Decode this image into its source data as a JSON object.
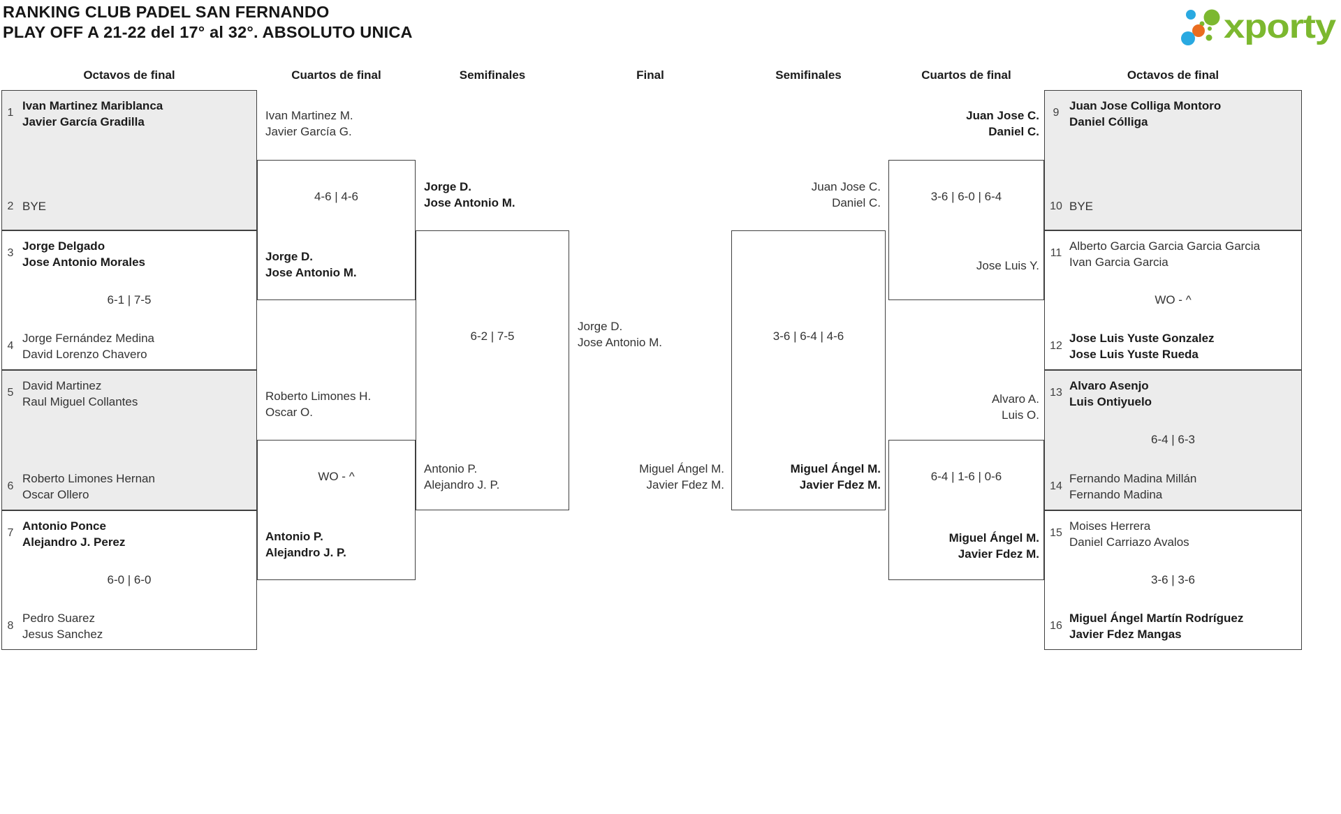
{
  "title": {
    "line1": "RANKING CLUB PADEL SAN FERNANDO",
    "line2": "PLAY OFF A 21-22 del 17° al 32°. ABSOLUTO UNICA"
  },
  "logo": {
    "text": "xporty",
    "green": "#7cb82f",
    "blue": "#29a9e1",
    "orange": "#ea6d1f"
  },
  "headers": {
    "ol": "Octavos de final",
    "cl": "Cuartos de final",
    "sl": "Semifinales",
    "f": "Final",
    "sr": "Semifinales",
    "cr": "Cuartos de final",
    "or": "Octavos de final"
  },
  "bracket": {
    "ol": [
      {
        "sa": "1",
        "a1": "Ivan Martinez Mariblanca",
        "a2": "Javier García Gradilla",
        "sb": "2",
        "b1": "BYE"
      },
      {
        "sa": "3",
        "a1": "Jorge Delgado",
        "a2": "Jose Antonio Morales",
        "sb": "4",
        "b1": "Jorge Fernández Medina",
        "b2": "David Lorenzo Chavero",
        "score": "6-1 | 7-5"
      },
      {
        "sa": "5",
        "a1": "David Martinez",
        "a2": "Raul Miguel Collantes",
        "sb": "6",
        "b1": "Roberto Limones Hernan",
        "b2": "Oscar Ollero"
      },
      {
        "sa": "7",
        "a1": "Antonio Ponce",
        "a2": "Alejandro J. Perez",
        "sb": "8",
        "b1": "Pedro Suarez",
        "b2": "Jesus Sanchez",
        "score": "6-0 | 6-0"
      }
    ],
    "cl": [
      {
        "a1": "Ivan Martinez M.",
        "a2": "Javier García G.",
        "b1": "Jorge D.",
        "b2": "Jose Antonio M.",
        "score": "4-6 | 4-6"
      },
      {
        "a1": "Roberto Limones H.",
        "a2": "Oscar O.",
        "b1": "Antonio P.",
        "b2": "Alejandro J. P.",
        "score": "WO - ^"
      }
    ],
    "sl": {
      "a1": "Jorge D.",
      "a2": "Jose Antonio M.",
      "b1": "Antonio P.",
      "b2": "Alejandro J. P.",
      "score": "6-2 | 7-5"
    },
    "final": {
      "a1": "Jorge D.",
      "a2": "Jose Antonio M.",
      "b1": "Miguel Ángel M.",
      "b2": "Javier Fdez M."
    },
    "sr": {
      "a1": "Juan Jose C.",
      "a2": "Daniel C.",
      "b1": "Miguel Ángel M.",
      "b2": "Javier Fdez M.",
      "score": "3-6 | 6-4 | 4-6"
    },
    "cr": [
      {
        "a1": "Juan Jose C.",
        "a2": "Daniel C.",
        "b1": "Jose Luis Y.",
        "score": "3-6 | 6-0 | 6-4"
      },
      {
        "a1": "Alvaro A.",
        "a2": "Luis O.",
        "b1": "Miguel Ángel M.",
        "b2": "Javier Fdez M.",
        "score": "6-4 | 1-6 | 0-6"
      }
    ],
    "or": [
      {
        "sa": "9",
        "a1": "Juan Jose Colliga Montoro",
        "a2": "Daniel Cólliga",
        "sb": "10",
        "b1": "BYE"
      },
      {
        "sa": "11",
        "a1": "Alberto Garcia Garcia Garcia Garcia",
        "a2": "Ivan Garcia Garcia",
        "sb": "12",
        "b1": "Jose Luis Yuste Gonzalez",
        "b2": "Jose Luis Yuste Rueda",
        "score": "WO - ^"
      },
      {
        "sa": "13",
        "a1": "Alvaro Asenjo",
        "a2": "Luis Ontiyuelo",
        "sb": "14",
        "b1": "Fernando Madina Millán",
        "b2": "Fernando Madina",
        "score": "6-4 | 6-3"
      },
      {
        "sa": "15",
        "a1": "Moises Herrera",
        "a2": "Daniel Carriazo Avalos",
        "sb": "16",
        "b1": "Miguel Ángel Martín Rodríguez",
        "b2": "Javier Fdez Mangas",
        "score": "3-6 | 3-6"
      }
    ]
  }
}
